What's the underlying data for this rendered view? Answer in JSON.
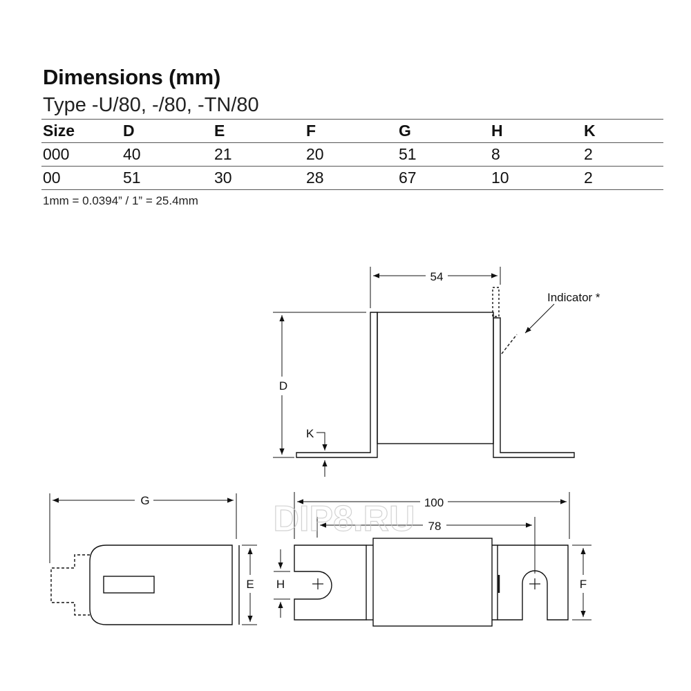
{
  "heading": {
    "title": "Dimensions (mm)",
    "subtitle": "Type -U/80, -/80, -TN/80"
  },
  "table": {
    "columns": [
      "Size",
      "D",
      "E",
      "F",
      "G",
      "H",
      "K"
    ],
    "rows": [
      [
        "000",
        "40",
        "21",
        "20",
        "51",
        "8",
        "2"
      ],
      [
        "00",
        "51",
        "30",
        "28",
        "67",
        "10",
        "2"
      ]
    ]
  },
  "conversion_note": "1mm = 0.0394” / 1” = 25.4mm",
  "drawing": {
    "labels": {
      "width_54": "54",
      "indicator": "Indicator *",
      "d": "D",
      "k": "K",
      "g": "G",
      "e": "E",
      "h": "H",
      "f": "F",
      "length_100": "100",
      "length_78": "78"
    },
    "watermark": "DIP8.RU"
  }
}
